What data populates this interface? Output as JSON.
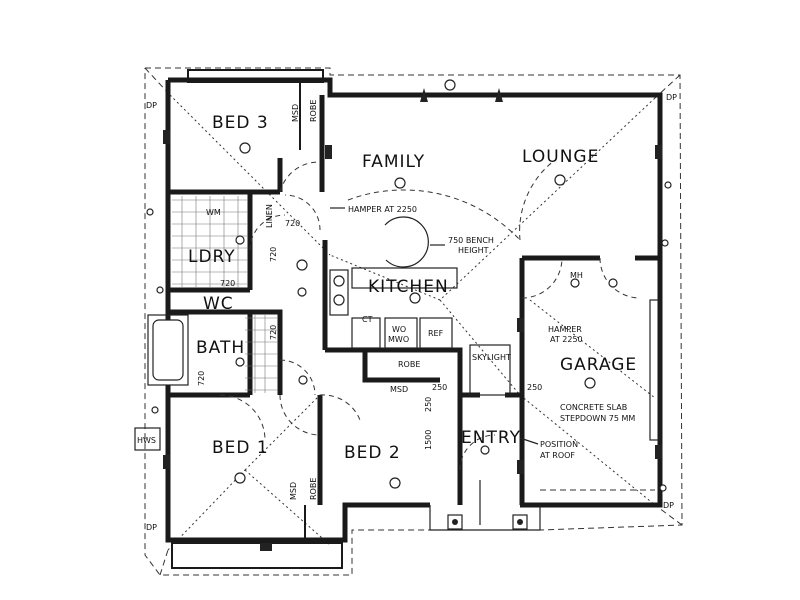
{
  "rooms": {
    "bed3": "BED 3",
    "family": "FAMILY",
    "lounge": "LOUNGE",
    "ldry": "LDRY",
    "wc": "WC",
    "bath": "BATH",
    "kitchen": "KITCHEN",
    "garage": "GARAGE",
    "bed1": "BED 1",
    "bed2": "BED 2",
    "entry": "ENTRY"
  },
  "fixtures": {
    "msd": "MSD",
    "robe": "ROBE",
    "wm": "WM",
    "linen": "LINEN",
    "ct": "CT",
    "wo_mwo": "WO\nMWO",
    "ref": "REF",
    "mh": "MH",
    "hws": "HWS",
    "skylight": "SKYLIGHT",
    "dp": "DP"
  },
  "notes": {
    "hamper_family": "HAMPER AT 2250",
    "bench_height_1": "750 BENCH",
    "bench_height_2": "HEIGHT",
    "hamper_garage_1": "HAMPER",
    "hamper_garage_2": "AT 2250",
    "slab_1": "CONCRETE SLAB",
    "slab_2": "STEPDOWN 75 MM",
    "position_1": "POSITION",
    "position_2": "AT ROOF"
  },
  "dimensions": {
    "d720_linen": "720",
    "d720_ldry": "720",
    "d720_wc": "720",
    "d720_bath_a": "720",
    "d720_bath_b": "720",
    "d250_a": "250",
    "d250_b": "250",
    "d250_c": "250",
    "d1500": "1500"
  }
}
